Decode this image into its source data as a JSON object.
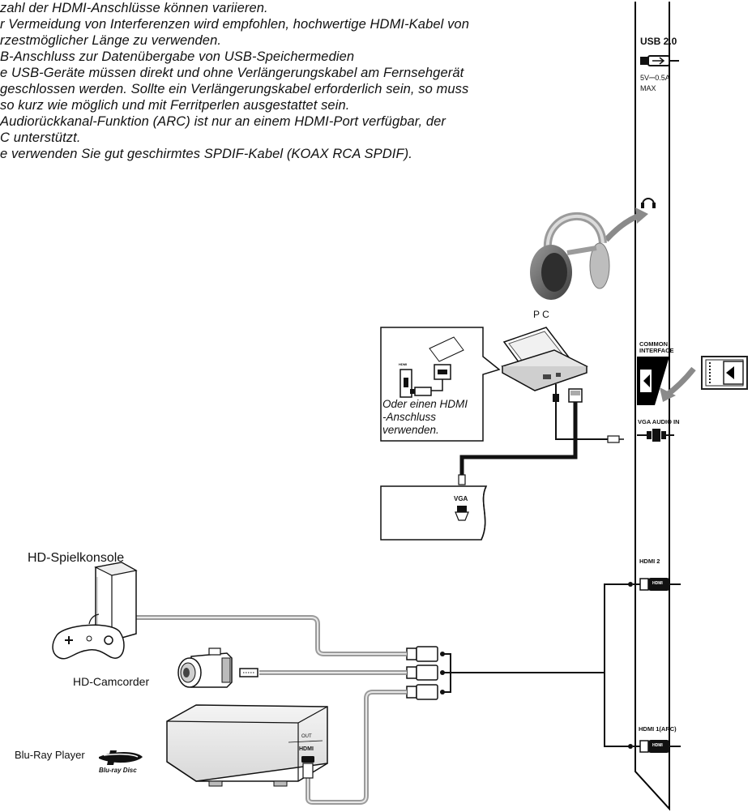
{
  "notes": [
    "zahl der HDMI-Anschlüsse können variieren.",
    "r Vermeidung von Interferenzen wird empfohlen, hochwertige HDMI-Kabel von",
    "rzestmöglicher Länge zu verwenden.",
    "B-Anschluss zur Datenübergabe von USB-Speichermedien",
    "e USB-Geräte müssen direkt und ohne Verlängerungskabel am Fernsehgerät",
    "geschlossen werden. Sollte ein Verlängerungskabel erforderlich sein, so muss",
    "so kurz wie möglich und mit Ferritperlen ausgestattet sein.",
    " Audiorückkanal-Funktion (ARC) ist nur an einem HDMI-Port verfügbar, der",
    "C unterstützt.",
    "e verwenden Sie gut geschirmtes SPDIF-Kabel (KOAX RCA SPDIF)."
  ],
  "panel": {
    "usb_title": "USB 2.0",
    "usb_power": "5V",
    "usb_current": "0.5A",
    "usb_max": "MAX",
    "ci_line1": "COMMON",
    "ci_line2": "INTERFACE",
    "vga_audio": "VGA AUDIO IN",
    "hdmi2": "HDMI 2",
    "hdmi1": "HDMI 1(ARC)",
    "hdmi_plug": "HDMI"
  },
  "devices": {
    "pc_label": "P C",
    "callout_lines": [
      "Oder einen HDMI",
      "-Anschluss",
      "verwenden."
    ],
    "callout_hdmi": "HDMI",
    "vga_label": "VGA",
    "console_label": "HD-Spielkonsole",
    "camcorder_label": "HD-Camcorder",
    "bluray_label": "Blu-Ray Player",
    "bluray_logo": "Blu-ray Disc",
    "player_out": "OUT",
    "player_hdmi": "HDMI"
  }
}
